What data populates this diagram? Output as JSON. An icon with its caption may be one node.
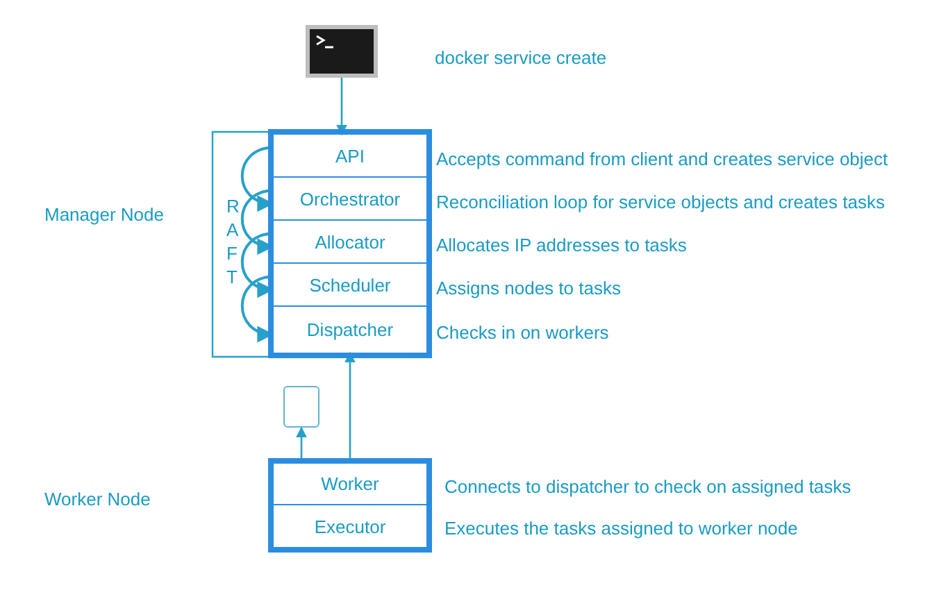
{
  "diagram": {
    "nodes": [
      {
        "text": [],
        "shape": "box",
        "beside": [
          "docker service create"
        ]
      },
      {
        "text": [],
        "shape": "box"
      },
      {
        "text": [
          "API"
        ],
        "in": 1,
        "beside": [
          "Accepts command from client and creates service object"
        ]
      },
      {
        "text": [
          "Orchestrator"
        ],
        "in": 1,
        "beside": [
          "Reconciliation loop for service objects and creates tasks"
        ]
      },
      {
        "text": [
          "Allocator"
        ],
        "in": 1,
        "beside": [
          "Allocates IP addresses to tasks"
        ]
      },
      {
        "text": [
          "Scheduler"
        ],
        "in": 1,
        "beside": [
          "Assigns nodes to tasks"
        ]
      },
      {
        "text": [
          "Dispatcher"
        ],
        "in": 1
      },
      {
        "text": [],
        "shape": "box"
      },
      {
        "text": [],
        "shape": "box"
      },
      {
        "text": [
          "Worker"
        ],
        "in": 8,
        "beside": [
          "Connects to dispatcher to check on assigned tasks"
        ]
      },
      {
        "text": [
          "Executor"
        ],
        "in": 8
      }
    ],
    "edges": [
      {
        "from": 0,
        "to": 2,
        "arrow": "to"
      },
      {
        "from": 2,
        "to": 3,
        "arrow": "to"
      },
      {
        "from": 3,
        "to": 4,
        "arrow": "to"
      },
      {
        "from": 4,
        "to": 5,
        "arrow": "to"
      },
      {
        "from": 5,
        "to": 6,
        "arrow": "to"
      },
      {
        "from": 9,
        "to": 6,
        "arrow": "to"
      },
      {
        "from": 9,
        "to": 7,
        "arrow": "to"
      }
    ],
    "labels": [
      "Manager Node",
      "RAFT",
      "Checks in on workers",
      "Worker Node",
      "Executes the tasks assigned to worker node"
    ]
  }
}
